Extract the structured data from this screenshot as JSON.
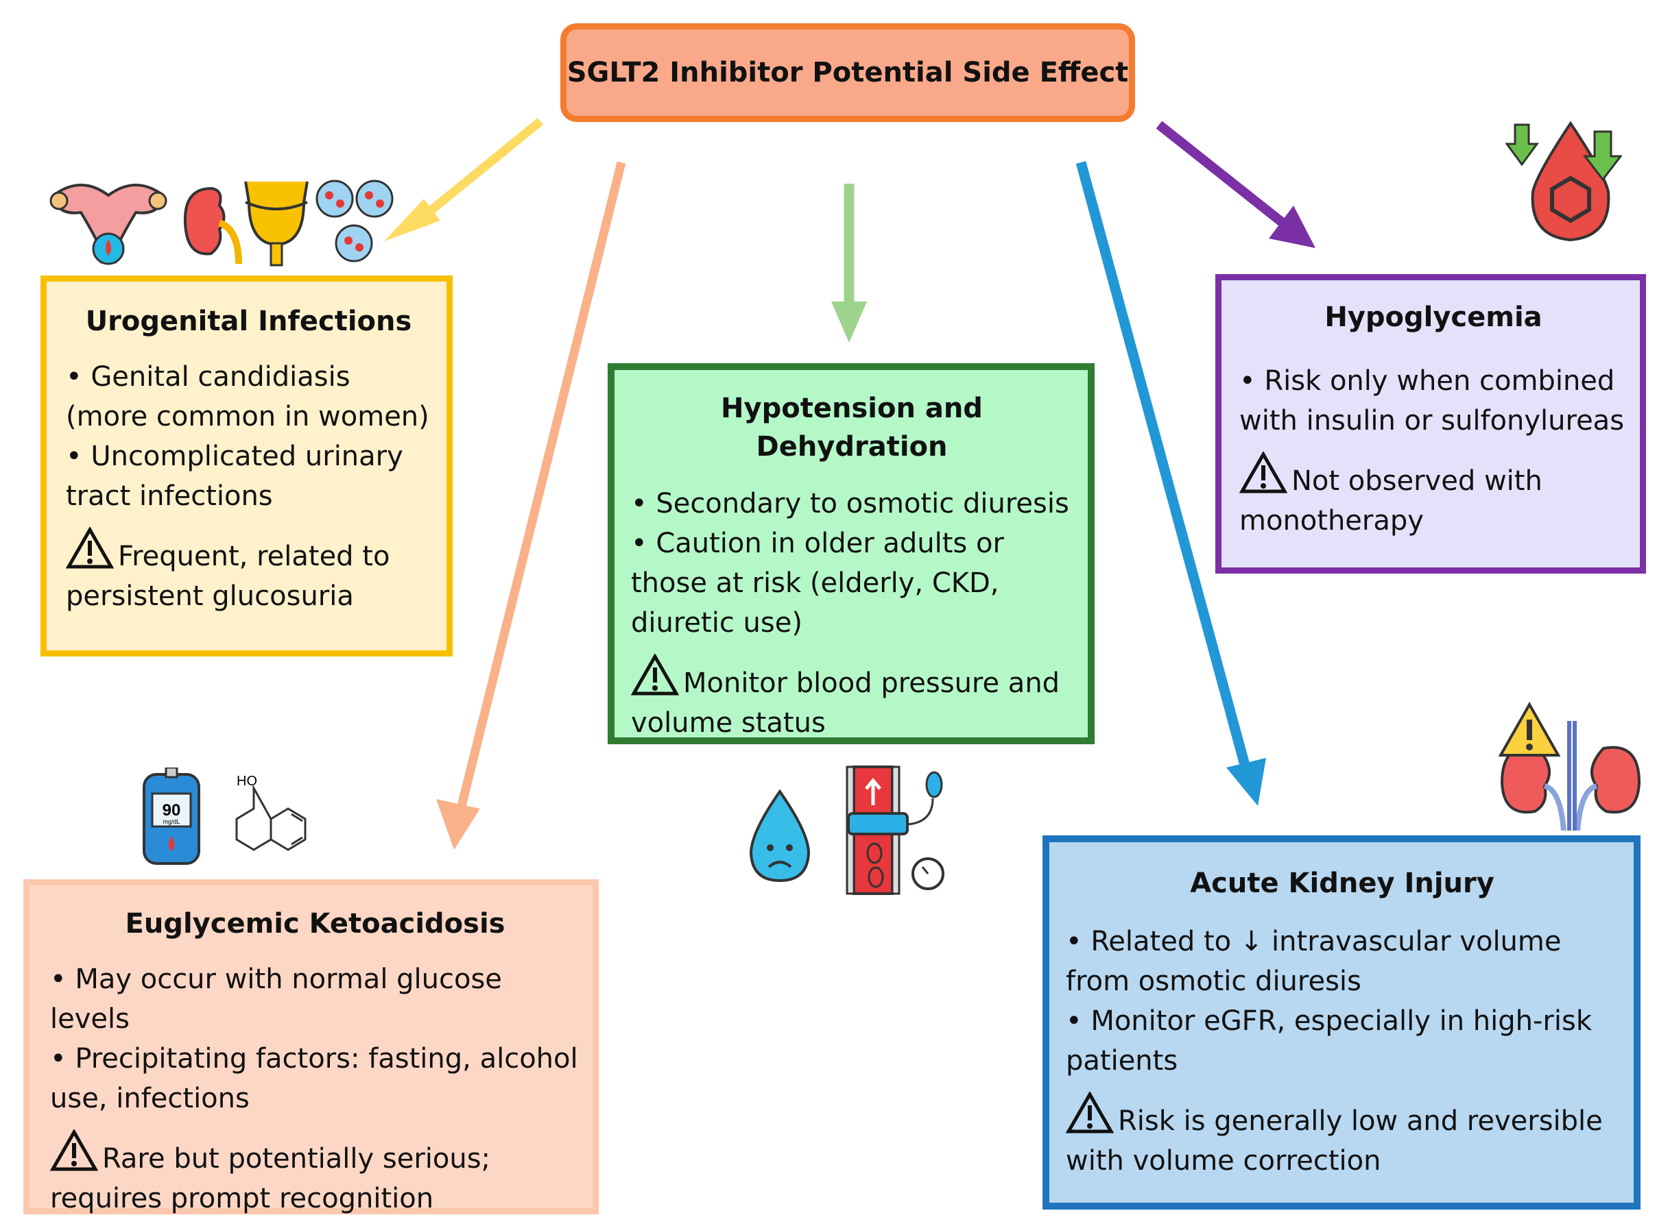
{
  "title": "SGLT2 Inhibitor Potential Side Effect",
  "colors": {
    "title_fill": "#f9a98a",
    "title_border": "#f47c30",
    "urogenital": "#f8c003",
    "hypotension": "#2e7d32",
    "hypoglycemia": "#7b30a6",
    "ketoacidosis": "#fbc7ad",
    "kidney": "#1f74bd"
  },
  "urogenital": {
    "heading": "Urogenital Infections",
    "bullets": [
      "Genital candidiasis (more common in women)",
      "Uncomplicated urinary tract infections"
    ],
    "note": "Frequent, related to persistent glucosuria",
    "icons": [
      "uterus-icon",
      "kidney-icon",
      "bladder-icon",
      "bacteria-icon"
    ]
  },
  "hypotension": {
    "heading": "Hypotension and Dehydration",
    "bullets": [
      "Secondary to osmotic diuresis",
      "Caution in older adults or those at risk (elderly, CKD, diuretic use)"
    ],
    "note": "Monitor blood pressure and volume status",
    "icons": [
      "sad-water-drop-icon",
      "blood-pressure-cuff-icon"
    ]
  },
  "hypoglycemia": {
    "heading": "Hypoglycemia",
    "bullets": [
      "Risk only when combined with insulin or sulfonylureas"
    ],
    "note": "Not observed with monotherapy",
    "icons": [
      "low-blood-glucose-icon"
    ]
  },
  "ketoacidosis": {
    "heading": "Euglycemic Ketoacidosis",
    "bullets": [
      "May occur with normal glucose levels",
      "Precipitating factors: fasting, alcohol use, infections"
    ],
    "note": "Rare but potentially serious; requires prompt recognition",
    "glucometer_reading": "90",
    "glucometer_unit": "mg/dL",
    "molecule_label": "HO",
    "icons": [
      "glucometer-icon",
      "ketone-molecule-icon"
    ]
  },
  "kidney": {
    "heading": "Acute Kidney Injury",
    "bullets": [
      "Related to ↓ intravascular volume from osmotic diuresis",
      "Monitor eGFR, especially in high-risk patients"
    ],
    "note": "Risk is generally low and reversible with volume correction",
    "icons": [
      "kidney-warning-icon"
    ]
  }
}
